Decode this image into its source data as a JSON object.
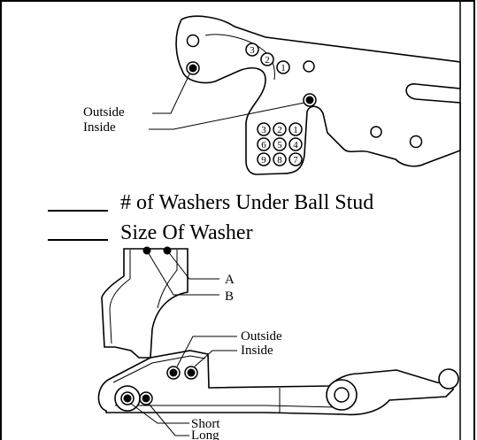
{
  "upper_bracket": {
    "adjust_numbers_top": [
      "3",
      "2",
      "1"
    ],
    "adjust_grid": [
      "3",
      "2",
      "1",
      "6",
      "5",
      "4",
      "9",
      "8",
      "7"
    ],
    "outside_label": "Outside",
    "inside_label": "Inside"
  },
  "form": {
    "washers_count_label": "# of Washers Under Ball Stud",
    "washer_size_label": "Size Of Washer"
  },
  "lower_arm": {
    "label_a": "A",
    "label_b": "B",
    "outside_label": "Outside",
    "inside_label": "Inside",
    "short_label": "Short",
    "long_label": "Long"
  }
}
